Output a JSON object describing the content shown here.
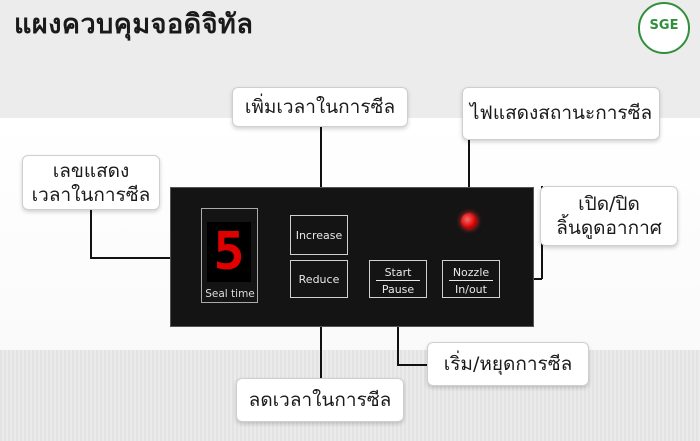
{
  "title": "แผงควบคุมจอดิจิทัล",
  "logo_text": "SGE",
  "colors": {
    "panel": "#141414",
    "digit": "#e00000",
    "logo_green": "#2f8f3a",
    "led": "#d00000"
  },
  "display": {
    "digit": "5",
    "label": "Seal time"
  },
  "buttons": {
    "increase": "Increase",
    "reduce": "Reduce",
    "start": "Start",
    "pause": "Pause",
    "nozzle": "Nozzle",
    "inout": "In/out"
  },
  "callouts": {
    "increase_time": "เพิ่มเวลาในการซีล",
    "indicator": "ไฟแสดงสถานะการซีล",
    "time_display_1": "เลขแสดง",
    "time_display_2": "เวลาในการซีล",
    "nozzle_1": "เปิด/ปิด",
    "nozzle_2": "ลิ้นดูดอากาศ",
    "start_stop": "เริ่ม/หยุดการซีล",
    "reduce_time": "ลดเวลาในการซีล"
  }
}
